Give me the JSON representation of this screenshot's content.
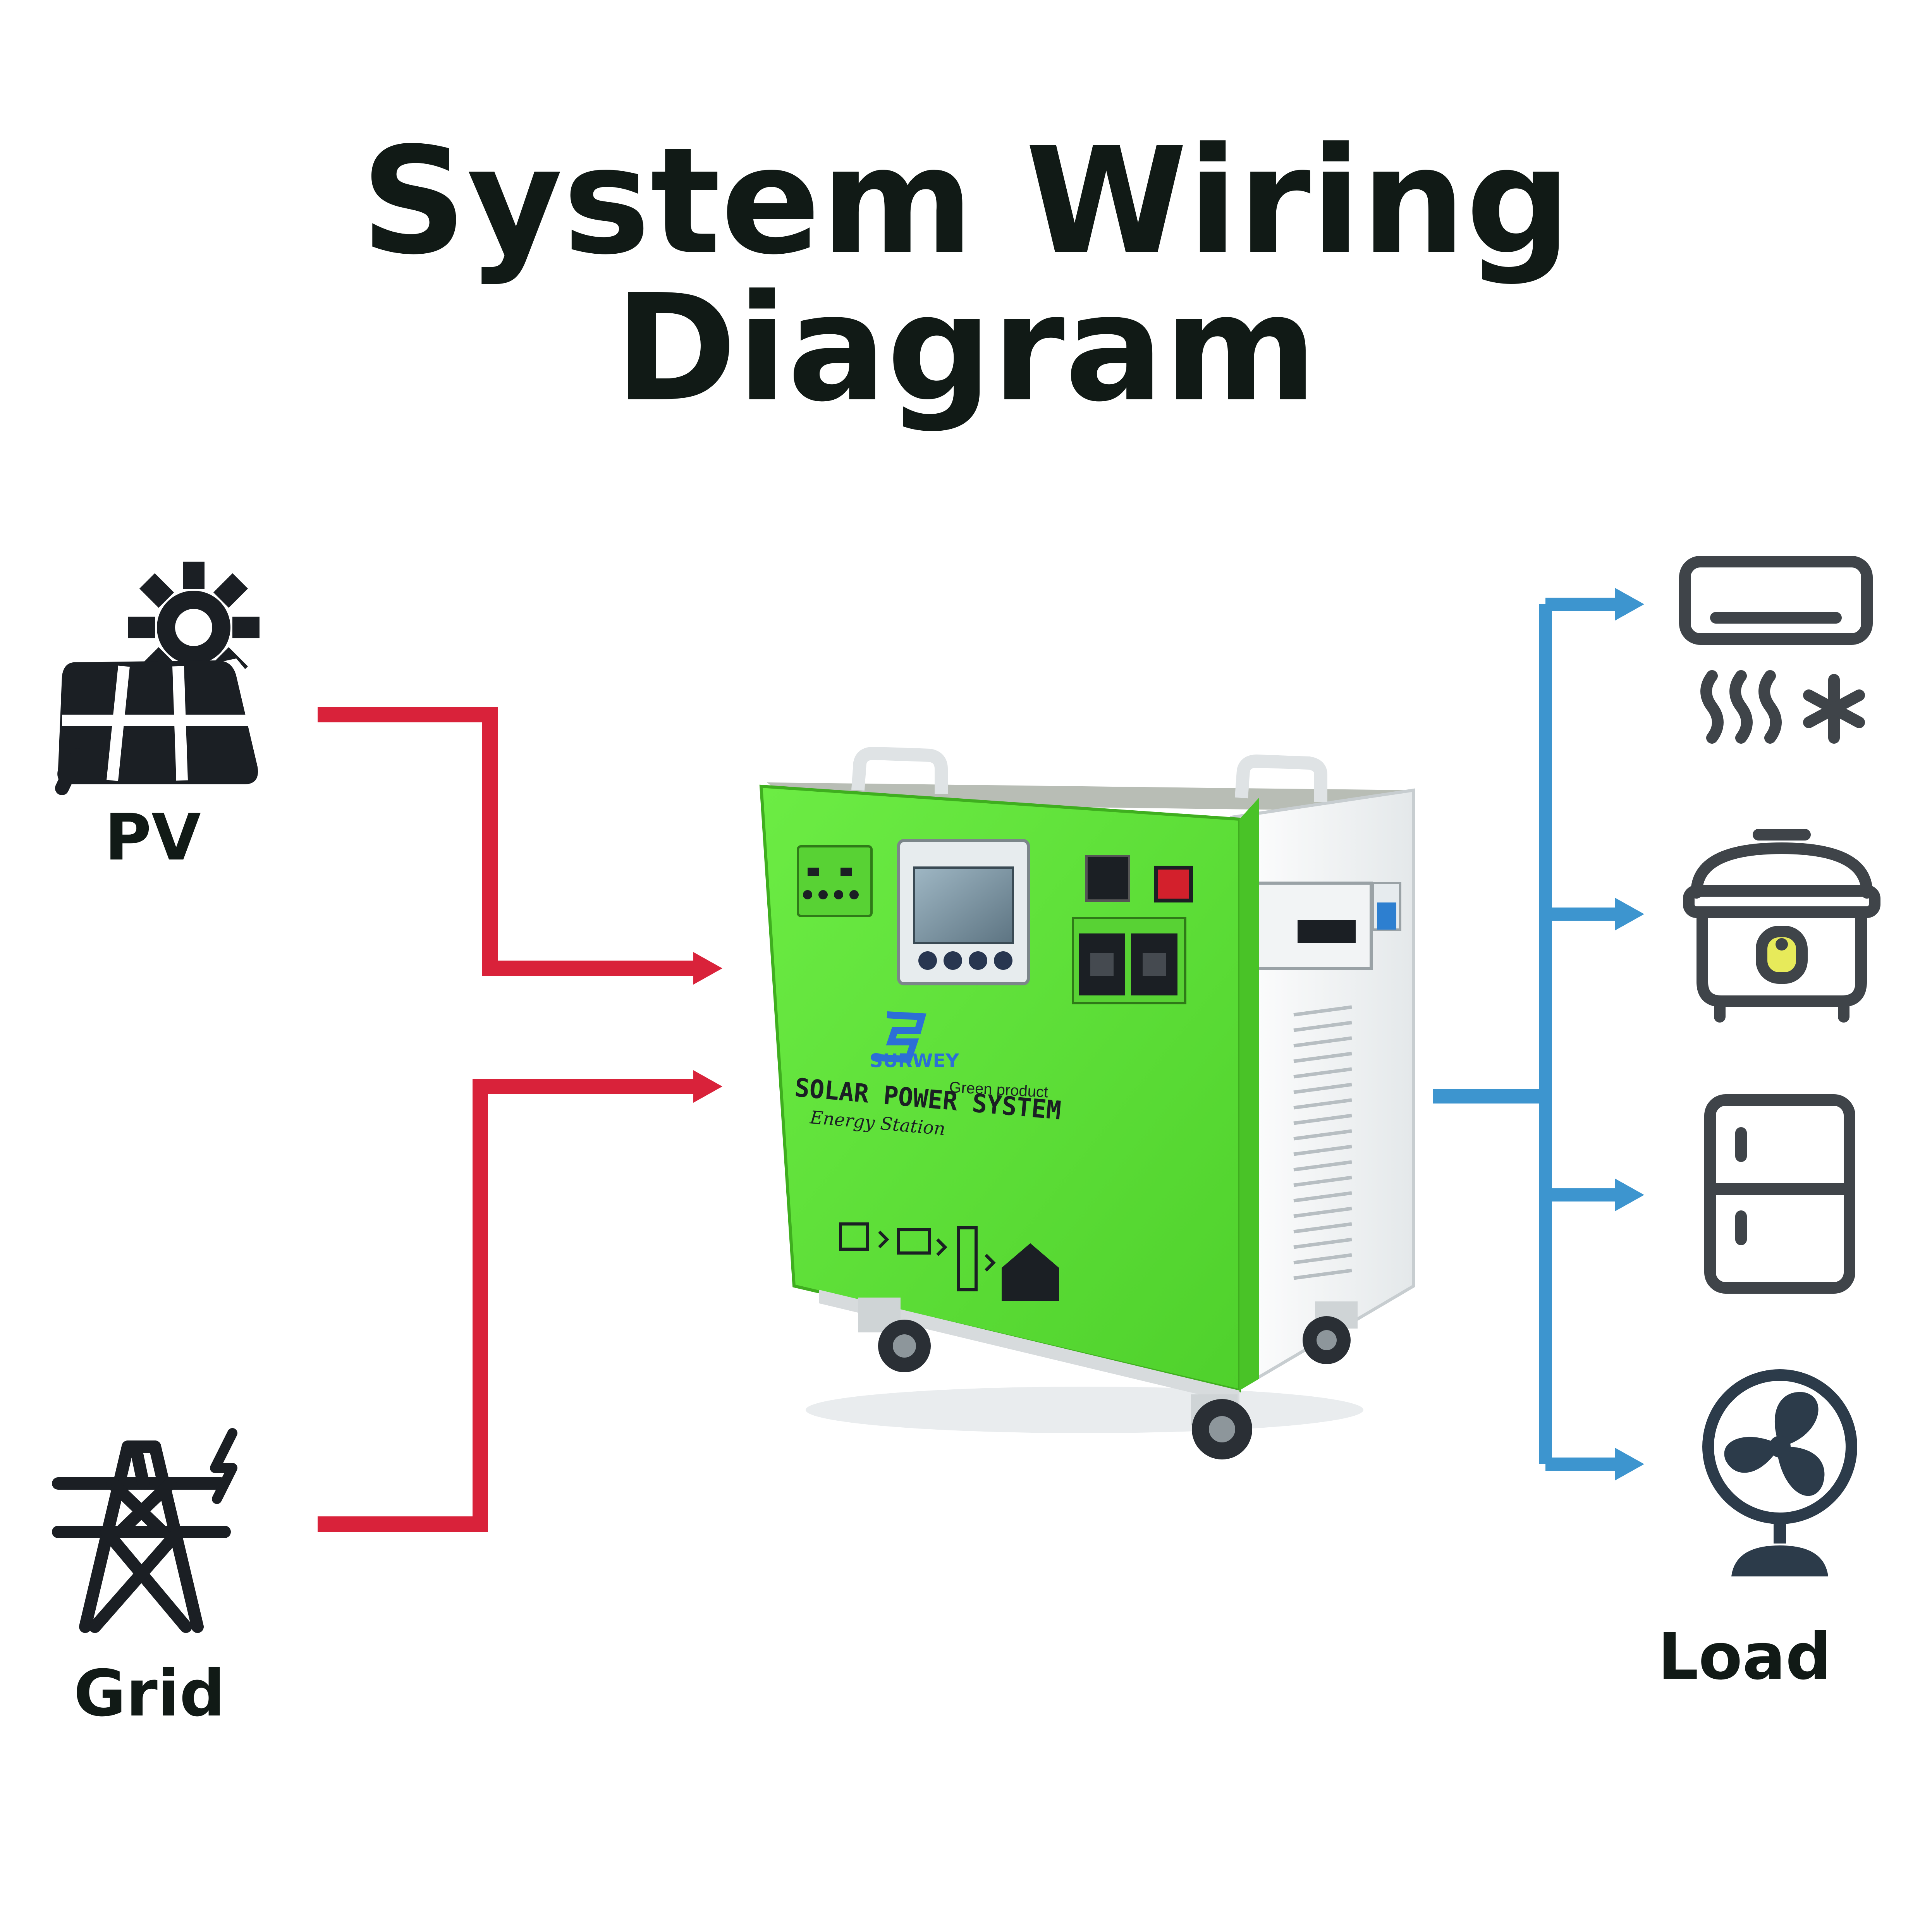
{
  "title": "System Wiring Diagram",
  "sources": [
    {
      "id": "pv",
      "label": "PV",
      "icon": "solar-panel-icon"
    },
    {
      "id": "grid",
      "label": "Grid",
      "icon": "transmission-tower-icon"
    }
  ],
  "load": {
    "label": "Load",
    "appliances": [
      {
        "id": "air-conditioner",
        "icon": "air-conditioner-icon"
      },
      {
        "id": "rice-cooker",
        "icon": "rice-cooker-icon"
      },
      {
        "id": "refrigerator",
        "icon": "refrigerator-icon"
      },
      {
        "id": "fan",
        "icon": "fan-icon"
      }
    ]
  },
  "device": {
    "brand": "SURWEY",
    "tagline": "Green product",
    "product_name": "SOLAR POWER SYSTEM",
    "subtitle": "Energy Station"
  },
  "colors": {
    "input_line": "#d9223a",
    "output_line": "#3d95cf",
    "device_green": "#5fe03a",
    "device_white": "#f4f6f6",
    "icon_dark": "#1b1f24",
    "title": "#111a16"
  }
}
